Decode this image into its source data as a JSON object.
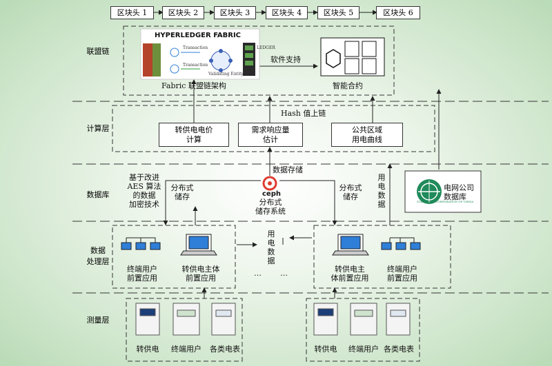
{
  "blocks": [
    "区块头 1",
    "区块头 2",
    "区块头 3",
    "区块头 4",
    "区块头 5",
    "区块头 6"
  ],
  "layers": {
    "consortium": "联盟链",
    "compute": "计算层",
    "database": "数据库",
    "processing": "数据\n处理层",
    "measurement": "测量层"
  },
  "fabric": {
    "logo_text": "HYPERLEDGER FABRIC",
    "caption": "Fabric 联盟链架构",
    "sub_transaction_1": "Transaction",
    "sub_transaction_2": "Transaction",
    "validating": "Validating Entity",
    "ledger": "LEDGER"
  },
  "software_support": "软件支持",
  "smart_contract": "智能合约",
  "hash_upchain": "Hash 值上链",
  "compute_boxes": {
    "transfer_price": "转供电电价\n计算",
    "demand_response": "需求响应量\n估计",
    "public_area": "公共区域\n用电曲线"
  },
  "data_storage": "数据存储",
  "aes_text": "基于改进\nAES 算法\n的数据\n加密技术",
  "dist_storage_left": "分布式\n储存",
  "dist_storage_right": "分布式\n储存",
  "ceph": {
    "logo": "ceph",
    "caption": "分布式\n储存系统"
  },
  "power_data": "用\n电\n数\n据",
  "grid_db": {
    "title": "电网公司\n数据库",
    "seal_text": "STATE GRID CORPORATION OF CHINA"
  },
  "power_data_middle": "用\n电\n数\n据",
  "ellipsis_left": "…",
  "ellipsis_right": "…",
  "left_group": {
    "users_label": "终端用户\n前置应用",
    "main_label": "转供电主体\n前置应用"
  },
  "right_group": {
    "main_label": "转供电主\n体前置应用",
    "users_label": "终端用户\n前置应用"
  },
  "meters_left": [
    "转供电",
    "终端用户",
    "各类电表"
  ],
  "meters_right": [
    "转供电",
    "终端用户",
    "各类电表"
  ],
  "colors": {
    "grid_green": "#1f8a5a",
    "ceph_red": "#e03a2f",
    "laptop_blue": "#2f7fd8"
  }
}
